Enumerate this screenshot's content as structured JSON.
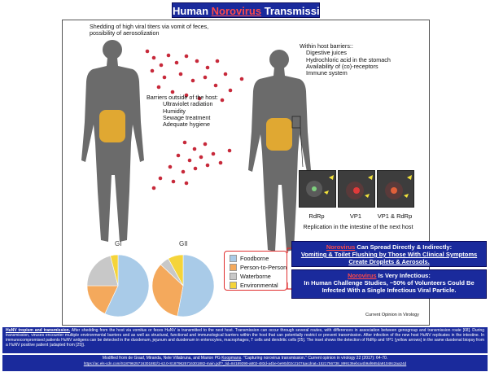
{
  "title": {
    "prefix": "Human ",
    "highlight": "Norovirus",
    "suffix": " Transmission"
  },
  "figure": {
    "shedding_text_1": "Shedding of high viral titers via vomit of feces,",
    "shedding_text_2": "possibility of aerosolization",
    "barriers_outside_heading": "Barriers outside of the host:",
    "barriers_outside_items": [
      "Ultraviolet radiation",
      "Humidity",
      "Sewage treatment",
      "Adequate hygiene"
    ],
    "within_host_heading": "Within host barriers::",
    "within_host_items": [
      "Digestive juices",
      "Hydrochloric acid in the stomach",
      "Availability of (co)-receptors",
      "Immune system"
    ],
    "micrographs": [
      "RdRp",
      "VP1",
      "VP1 & RdRp"
    ],
    "replication_caption": "Replication in the intestine of the next host",
    "journal_credit": "Current Opinion in Virology"
  },
  "chart_data": [
    {
      "type": "pie",
      "title": "GI",
      "categories": [
        "Foodborne",
        "Person-to-Person",
        "Waterborne",
        "Environmental"
      ],
      "values": [
        57,
        18,
        21,
        4
      ]
    },
    {
      "type": "pie",
      "title": "GII",
      "categories": [
        "Foodborne",
        "Person-to-Person",
        "Waterborne",
        "Environmental"
      ],
      "values": [
        53,
        34,
        5,
        8
      ]
    }
  ],
  "legend": {
    "items": [
      {
        "label": "Foodborne",
        "color": "#a9cbe8"
      },
      {
        "label": "Person-to-Person",
        "color": "#f4a95c"
      },
      {
        "label": "Waterborne",
        "color": "#c8c8c8"
      },
      {
        "label": "Environmental",
        "color": "#f5d43a"
      }
    ]
  },
  "info_box_1": {
    "highlight": "Norovirus",
    "heading_rest": " Can Spread Directly & Indirectly:",
    "body": "Vomiting & Toilet Flushing by Those With Clinical Symptoms Create Droplets & Aerosols."
  },
  "info_box_2": {
    "highlight": "Norovirus",
    "heading_rest": " Is Very Infectious:",
    "body": "In Human Challenge Studies, ~50% of Volunteers Could Be Infected With a Single Infectious Viral Particle."
  },
  "caption": {
    "lead": "HuNV tropism and transmission.",
    "body": " After shedding from the host via vomitus or feces HuNV is transmitted to the next host. Transmission can occur through several routes, with differences in association between genogroup and transmission route [68]. During transmission, viruses encounter multiple environmental barriers and as well as structural, functional and immunological barriers within the host that can potentially restrict or prevent transmission. After infection of the new host HuNV replicates in the intestine. In immunocompromised patients HuNV antigens can be detected in the duodenum, jejunum and duodenum in enterocytes, macrophages, T cells and dendritic cells [25]. The inset shows the detection of RdRp and VP1 (yellow arrows) in the same duodenal biopsy from a HuNV positive patient (adapted from [25])."
  },
  "credit": {
    "prefix": "Modified from de Graaf, Miranda, Nele Villabruna, and Marion PG ",
    "author": "Koopmans",
    "middle": ". \"Capturing norovirus transmission.\" Current opinion in virology 22 (2017): 64-70.",
    "url": "https://ac.els-cdn.com/S1879625716301882/1-s2.0-S1879625716301882-main.pdf?_tid=84189390-a802-483d-a4be-be90d02c2107&acdnat=1521756738_899136ebca4b9af665da91048c2aa24d"
  }
}
